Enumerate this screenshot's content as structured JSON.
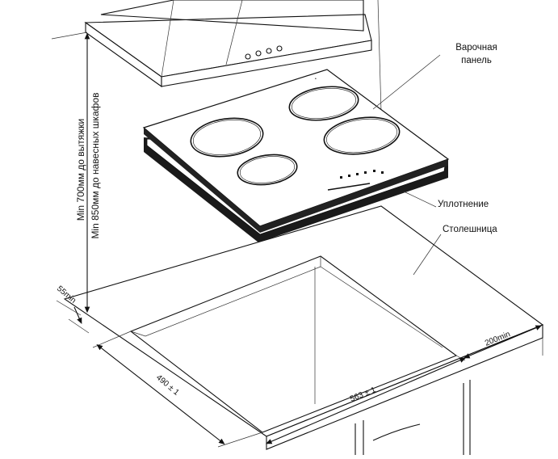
{
  "labels": {
    "hob": [
      "Варочная",
      "панель"
    ],
    "seal": "Уплотнение",
    "countertop": "Столешница"
  },
  "dimensions": {
    "hood_min": "Min 700мм до вытяжки",
    "cabinet_min": "Min 850мм до навесных шкафов",
    "front_margin": "55min",
    "depth": "490 ± 1",
    "width": "563 ± 1",
    "back_margin": "200min"
  },
  "colors": {
    "line": "#111111",
    "hob_fill": "#ffffff",
    "edge_fill": "#1a1a1a"
  },
  "icons": {
    "hood_controls": "knob-dots",
    "hob_controls": "touch-sensor-strip"
  }
}
